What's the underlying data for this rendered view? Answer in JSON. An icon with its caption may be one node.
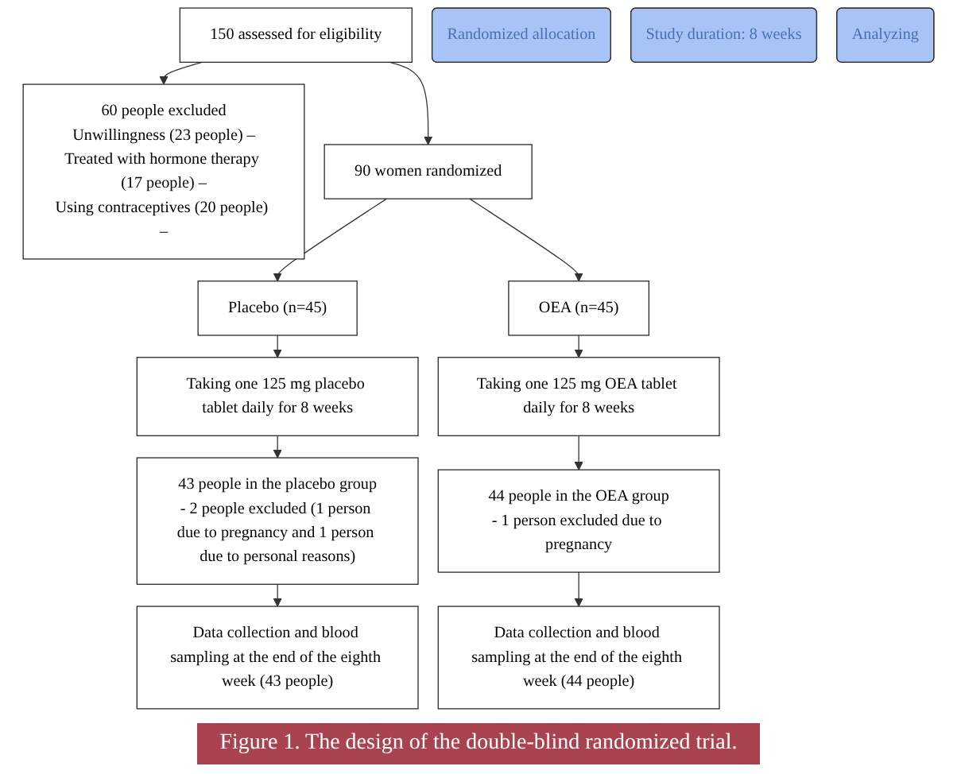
{
  "diagram": {
    "caption": "Figure 1. The design of the double-blind randomized trial.",
    "nodes": [
      {
        "text": [
          "150 assessed for eligibility"
        ]
      },
      {
        "text": [
          "60 people excluded",
          "Unwillingness (23 people) –",
          "Treated with hormone therapy (17 people) –",
          "Using contraceptives (20 people) –"
        ]
      },
      {
        "text": [
          "90 women randomized"
        ]
      },
      {
        "text": [
          "Placebo (n=45)"
        ]
      },
      {
        "text": [
          "Randomized allocation"
        ]
      },
      {
        "text": [
          "OEA (n=45)"
        ]
      },
      {
        "text": [
          "Taking one 125 mg placebo tablet daily for 8 weeks"
        ]
      },
      {
        "text": [
          "Study duration: 8 weeks"
        ]
      },
      {
        "text": [
          "Taking one 125 mg OEA tablet daily for 8 weeks"
        ]
      },
      {
        "text": [
          "43 people in the placebo group",
          "- 2 people excluded (1 person due to pregnancy and 1 person due to personal reasons)"
        ]
      },
      {
        "text": [
          "44 people in the OEA group",
          "- 1 person excluded due to pregnancy"
        ]
      },
      {
        "text": [
          "Data collection and blood sampling at the end of the eighth week (43 people)"
        ]
      },
      {
        "text": [
          "Analyzing"
        ]
      },
      {
        "text": [
          "Data collection and blood sampling at the end of the eighth week (44 people)"
        ]
      }
    ],
    "edges": [
      {
        "from": 0,
        "to": 1,
        "arrow": "to"
      },
      {
        "from": 0,
        "to": 2,
        "arrow": "to"
      },
      {
        "from": 2,
        "to": 3,
        "arrow": "to"
      },
      {
        "from": 2,
        "to": 5,
        "arrow": "to"
      },
      {
        "from": 3,
        "to": 6,
        "arrow": "to"
      },
      {
        "from": 5,
        "to": 8,
        "arrow": "to"
      },
      {
        "from": 6,
        "to": 9,
        "arrow": "to"
      },
      {
        "from": 8,
        "to": 10,
        "arrow": "to"
      },
      {
        "from": 9,
        "to": 11,
        "arrow": "to"
      },
      {
        "from": 10,
        "to": 13,
        "arrow": "to"
      }
    ]
  }
}
